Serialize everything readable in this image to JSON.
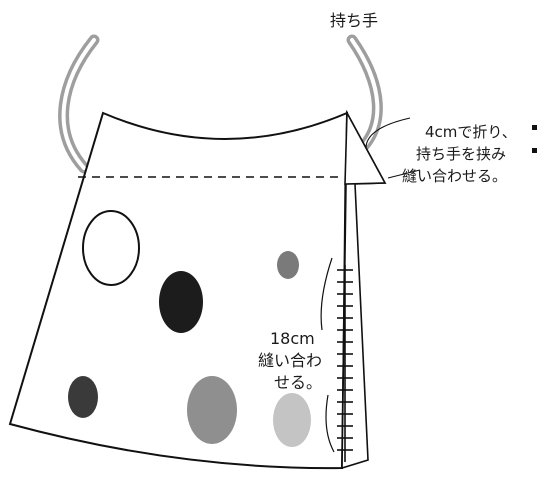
{
  "labels": {
    "handle": "持ち手",
    "fold_line1": "4cmで折り、",
    "fold_line2": "持ち手を挟み",
    "fold_line3": "縫い合わせる。",
    "seam_line1": "18cm",
    "seam_line2": "縫い合わ",
    "seam_line3": "せる。"
  },
  "colors": {
    "outline": "#111111",
    "handle": "#b0b0b0",
    "dot_black": "#1c1c1c",
    "dot_dark": "#3a3a3a",
    "dot_mid": "#8f8f8f",
    "dot_gray": "#7a7a7a",
    "dot_light": "#c4c4c4"
  }
}
